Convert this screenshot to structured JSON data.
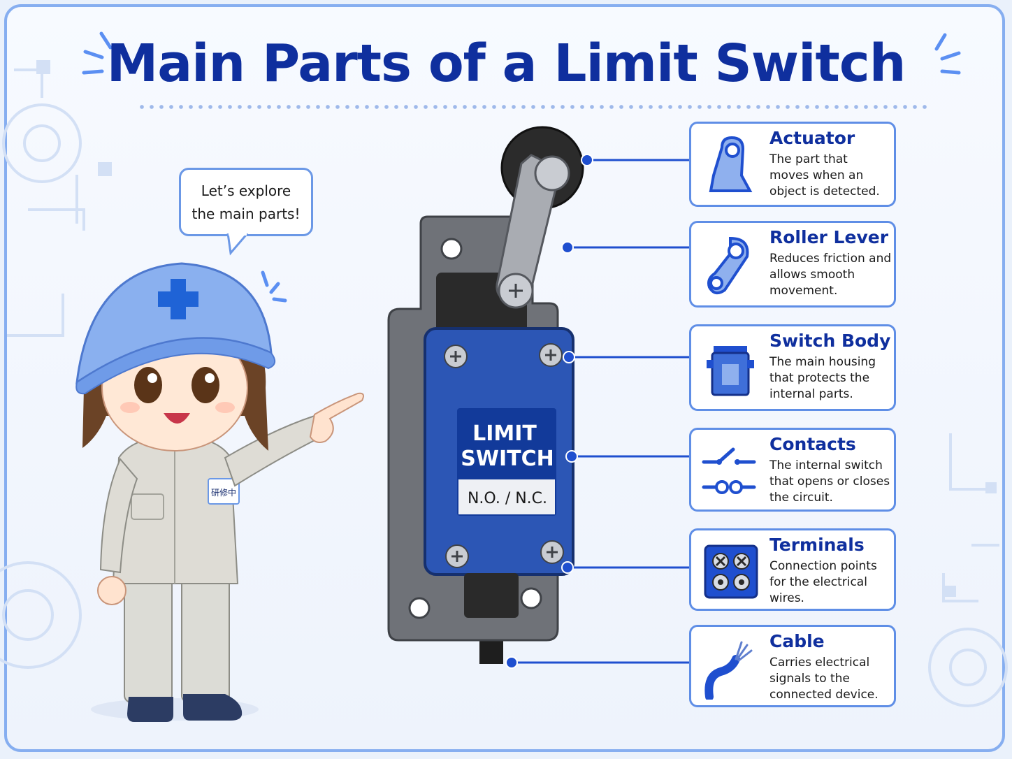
{
  "title": "Main Parts of a Limit Switch",
  "speech_bubble": {
    "lines": [
      "Let’s explore",
      "the main parts!"
    ]
  },
  "character": {
    "badge_text": "研修中"
  },
  "switch": {
    "label_lines": [
      "LIMIT",
      "SWITCH"
    ],
    "plate_text": "N.O. / N.C."
  },
  "parts": [
    {
      "name": "Actuator",
      "icon": "actuator-icon",
      "desc_lines": [
        "The part that",
        "moves when an",
        "object is detected."
      ]
    },
    {
      "name": "Roller Lever",
      "icon": "roller-lever-icon",
      "desc_lines": [
        "Reduces friction and",
        "allows smooth",
        "movement."
      ]
    },
    {
      "name": "Switch Body",
      "icon": "switch-body-icon",
      "desc_lines": [
        "The main housing",
        "that protects the",
        "internal parts."
      ]
    },
    {
      "name": "Contacts",
      "icon": "contacts-icon",
      "desc_lines": [
        "The internal switch",
        "that opens or closes",
        "the circuit."
      ]
    },
    {
      "name": "Terminals",
      "icon": "terminals-icon",
      "desc_lines": [
        "Connection points",
        "for the electrical",
        "wires."
      ]
    },
    {
      "name": "Cable",
      "icon": "cable-icon",
      "desc_lines": [
        "Carries electrical",
        "signals to the",
        "connected device."
      ]
    }
  ],
  "colors": {
    "accent": "#0f2f9e",
    "border": "#5f8ee6",
    "switch_body": "#2c56b5",
    "leader": "#1f4fcf"
  }
}
